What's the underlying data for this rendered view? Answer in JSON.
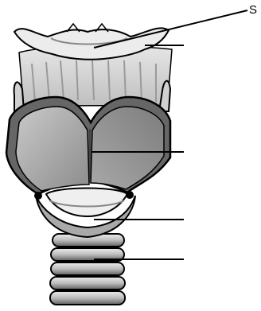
{
  "labels": [
    {
      "text": "S"
    }
  ],
  "parts": {
    "hyoid": "hyoid-bone",
    "membrane": "thyrohyoid-membrane",
    "thyroid": "thyroid-cartilage",
    "cricoid": "cricoid-cartilage",
    "trachea": "trachea-rings"
  },
  "colors": {
    "outline": "#000000",
    "shade_dark": "#555555",
    "shade_mid": "#9a9a9a",
    "shade_light": "#d6d6d6",
    "background": "#ffffff"
  }
}
